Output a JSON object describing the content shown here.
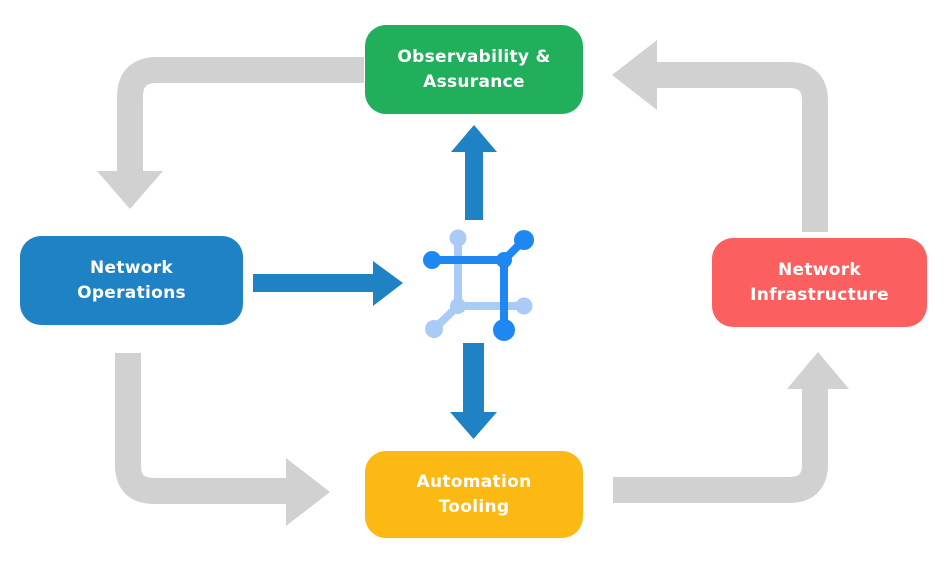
{
  "nodes": {
    "observability": {
      "label": "Observability &\nAssurance",
      "color": "#21AF5B"
    },
    "operations": {
      "label": "Network\nOperations",
      "color": "#1F82C4"
    },
    "infrastructure": {
      "label": "Network\nInfrastructure",
      "color": "#FC5F5F"
    },
    "automation": {
      "label": "Automation\nTooling",
      "color": "#FDB913"
    }
  },
  "colors": {
    "background": "#FFFFFF",
    "label_text": "#FFFFFF",
    "arrow_gray": "#D1D1D1",
    "arrow_blue": "#1F82C4",
    "icon_dark_blue": "#1E87F2",
    "icon_light_blue": "#A9CBF5"
  },
  "center_icon": "network-platform-icon",
  "flows": {
    "outer_cycle": [
      {
        "from": "Observability & Assurance",
        "to": "Network Operations",
        "style": "gray-arrow"
      },
      {
        "from": "Network Operations",
        "to": "Automation Tooling",
        "style": "gray-arrow"
      },
      {
        "from": "Automation Tooling",
        "to": "Network Infrastructure",
        "style": "gray-arrow"
      },
      {
        "from": "Network Infrastructure",
        "to": "Observability & Assurance",
        "style": "gray-arrow"
      }
    ],
    "center_links": [
      {
        "from": "Network Operations",
        "to": "network-platform-icon",
        "style": "blue-arrow"
      },
      {
        "from": "network-platform-icon",
        "to": "Observability & Assurance",
        "style": "blue-arrow"
      },
      {
        "from": "network-platform-icon",
        "to": "Automation Tooling",
        "style": "blue-arrow"
      }
    ]
  }
}
